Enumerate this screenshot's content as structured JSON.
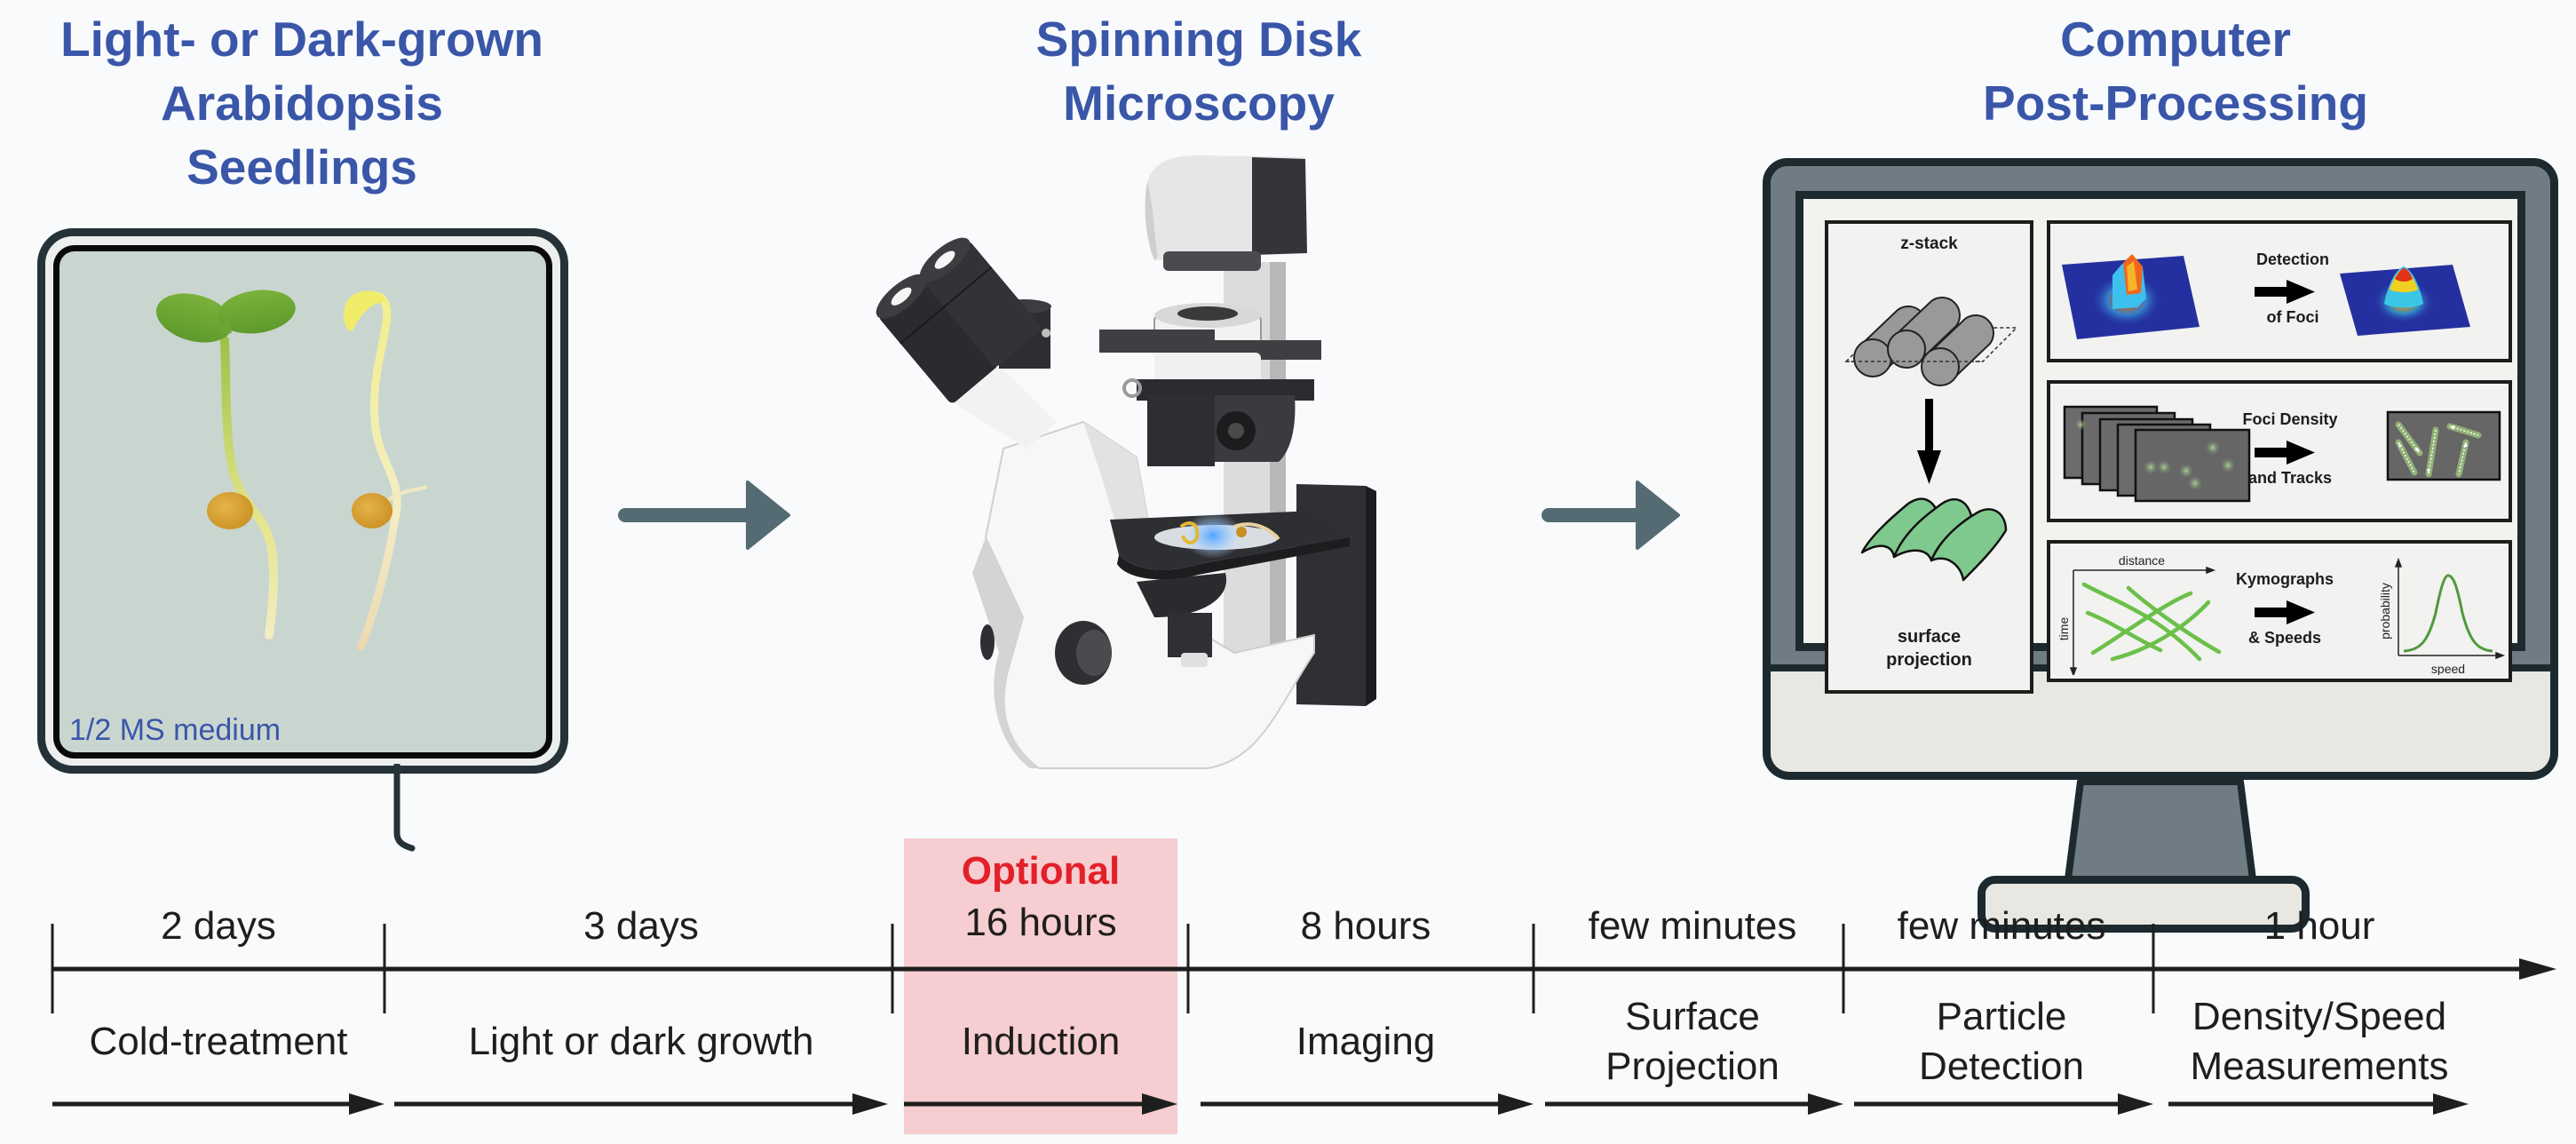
{
  "colors": {
    "title_blue": "#3a56a8",
    "optional_red": "#e3202a",
    "optional_highlight": "#f6cdd0",
    "flow_arrow": "#556b73",
    "plate_medium": "#c9d6d0",
    "monitor_bezel": "#6f7c83",
    "projection_green": "#7fc98e",
    "kymograph_green": "#6cc04a"
  },
  "sections": {
    "seedlings": {
      "title_lines": [
        "Light- or Dark-grown",
        "Arabidopsis",
        "Seedlings"
      ],
      "plate_label": "1/2 MS medium",
      "seedlings": [
        "light-grown seedling",
        "dark-grown seedling"
      ]
    },
    "microscopy": {
      "title_lines": [
        "Spinning Disk",
        "Microscopy"
      ]
    },
    "computer": {
      "title_lines": [
        "Computer",
        "Post-Processing"
      ],
      "panels": {
        "zstack": {
          "top_label": "z-stack",
          "bottom_label_lines": [
            "surface",
            "projection"
          ]
        },
        "detection": {
          "label_lines": [
            "Detection",
            "of Foci"
          ]
        },
        "tracks": {
          "label_lines": [
            "Foci Density",
            "and Tracks"
          ]
        },
        "kymographs": {
          "label_lines": [
            "Kymographs",
            "& Speeds"
          ],
          "kymo_x_axis": "distance",
          "kymo_y_axis": "time",
          "dist_x_axis": "speed",
          "dist_y_axis": "probability"
        }
      }
    }
  },
  "timeline": {
    "optional_label": "Optional",
    "steps": [
      {
        "duration": "2 days",
        "label_lines": [
          "Cold-treatment"
        ],
        "optional": false
      },
      {
        "duration": "3 days",
        "label_lines": [
          "Light or dark growth"
        ],
        "optional": false
      },
      {
        "duration": "16 hours",
        "label_lines": [
          "Induction"
        ],
        "optional": true
      },
      {
        "duration": "8 hours",
        "label_lines": [
          "Imaging"
        ],
        "optional": false
      },
      {
        "duration": "few minutes",
        "label_lines": [
          "Surface",
          "Projection"
        ],
        "optional": false
      },
      {
        "duration": "few minutes",
        "label_lines": [
          "Particle",
          "Detection"
        ],
        "optional": false
      },
      {
        "duration": "1 hour",
        "label_lines": [
          "Density/Speed",
          "Measurements"
        ],
        "optional": false
      }
    ]
  }
}
